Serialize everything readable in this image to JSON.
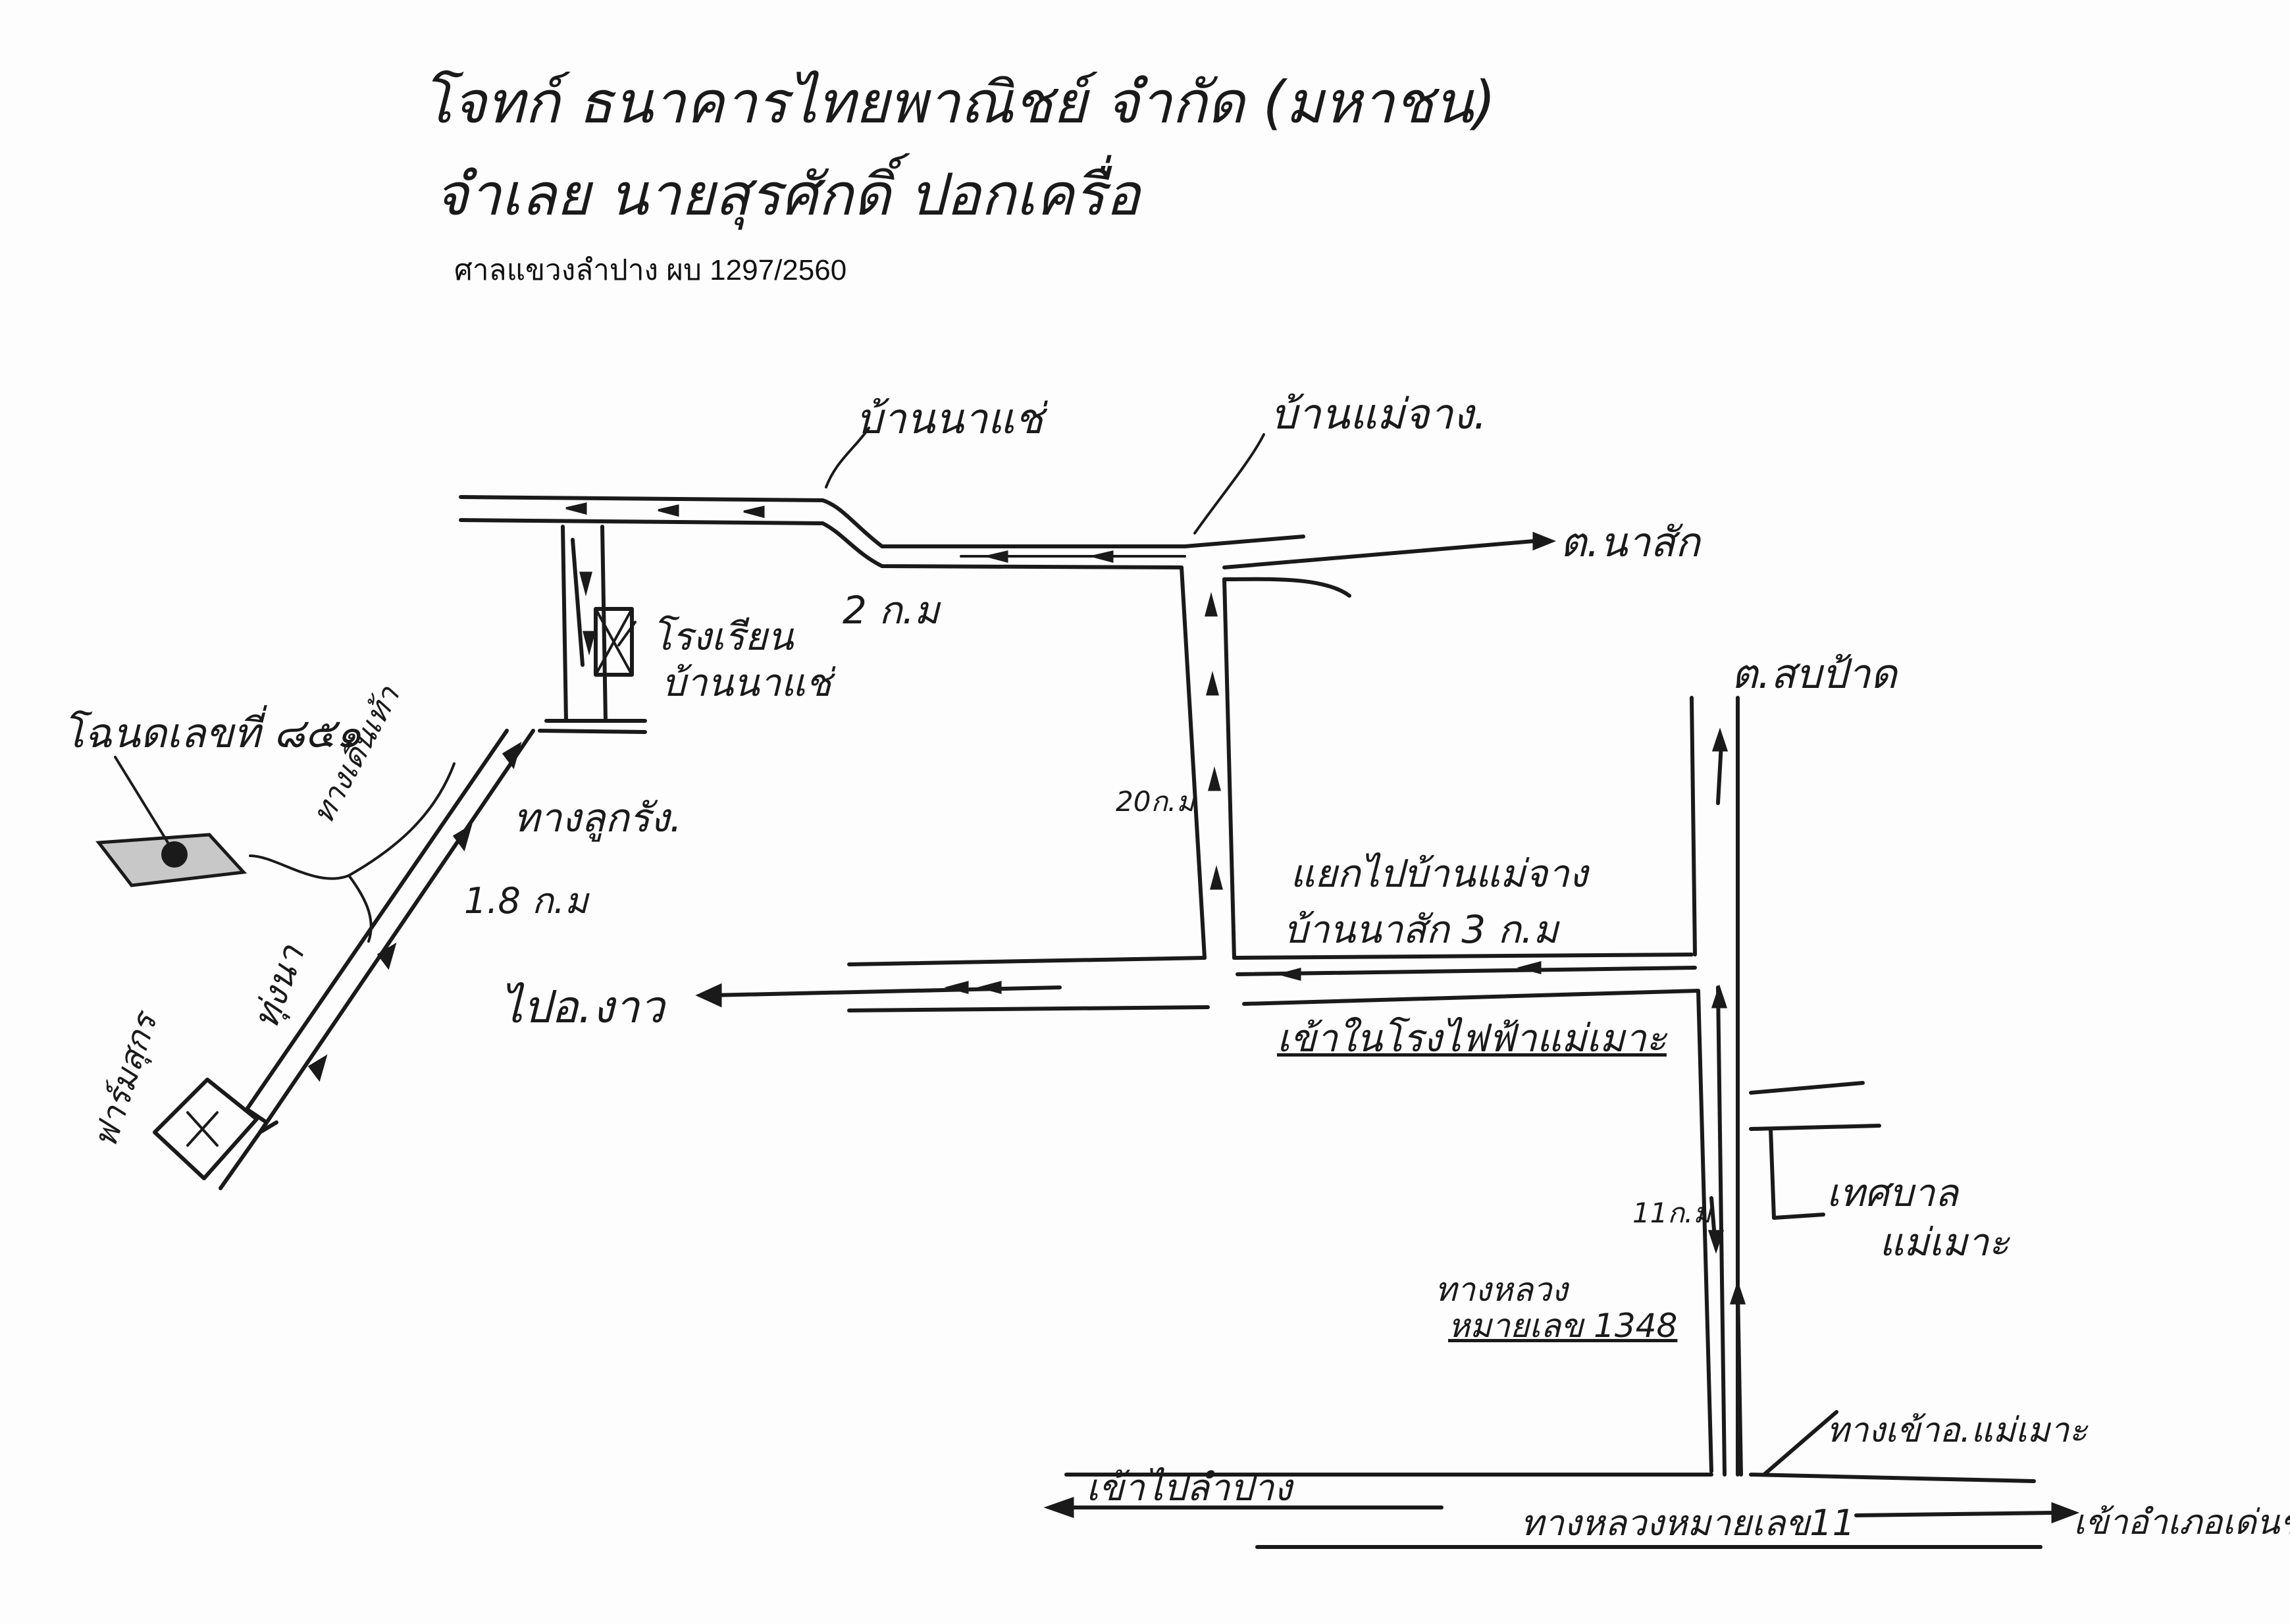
{
  "header": {
    "plaintiff_line": "โจทก์ ธนาคารไทยพาณิชย์ จำกัด (มหาชน)",
    "defendant_line": "จำเลย นายสุรศักดิ์ ปอกเครื่อ",
    "case_line": "ศาลแขวงลำปาง ผบ 1297/2560"
  },
  "labels": {
    "ban_na_chae": "บ้านนาแช่",
    "ban_mae_chang": "บ้านแม่จาง.",
    "to_tambon_na_sak": "ต.นาสัก",
    "distance_2km": "2 ก.ม",
    "school": "โรงเรียน",
    "school_name": "บ้านนาแช่",
    "tambon_sop_pad": "ต.สบป้าด",
    "land_title_deed": "โฉนดเลขที่ ๘๕๑",
    "stone_path": "ทางลูกรัง.",
    "walk_path": "ทางเดินเท้า",
    "distance_1_8km": "1.8 ก.ม",
    "rice_field": "ทุ่งนา",
    "distance_20km": "20ก.ม",
    "junction_line1": "แยกไปบ้านแม่จาง",
    "junction_line2": "บ้านนาสัก 3 ก.ม",
    "to_ngao": "ไปอ.งาว",
    "power_plant": "เข้าในโรงไฟฟ้าแม่เมาะ",
    "pig_farm": "ฟาร์มสุกร",
    "municipality_line1": "เทศบาล",
    "municipality_line2": "แม่เมาะ",
    "distance_11km": "11ก.ม",
    "highway_line1": "ทางหลวง",
    "highway_line2": "หมายเลข 1348",
    "to_amphoe_mae_moh": "ทางเข้าอ.แม่เมาะ",
    "to_lampang": "เข้าไปลำปาง",
    "highway_11": "ทางหลวงหมายเลข11",
    "to_den_chai": "เข้าอำเภอเด่นชัย"
  },
  "colors": {
    "ink": "#1a1a1a",
    "deed_fill": "#c8c8c8"
  }
}
